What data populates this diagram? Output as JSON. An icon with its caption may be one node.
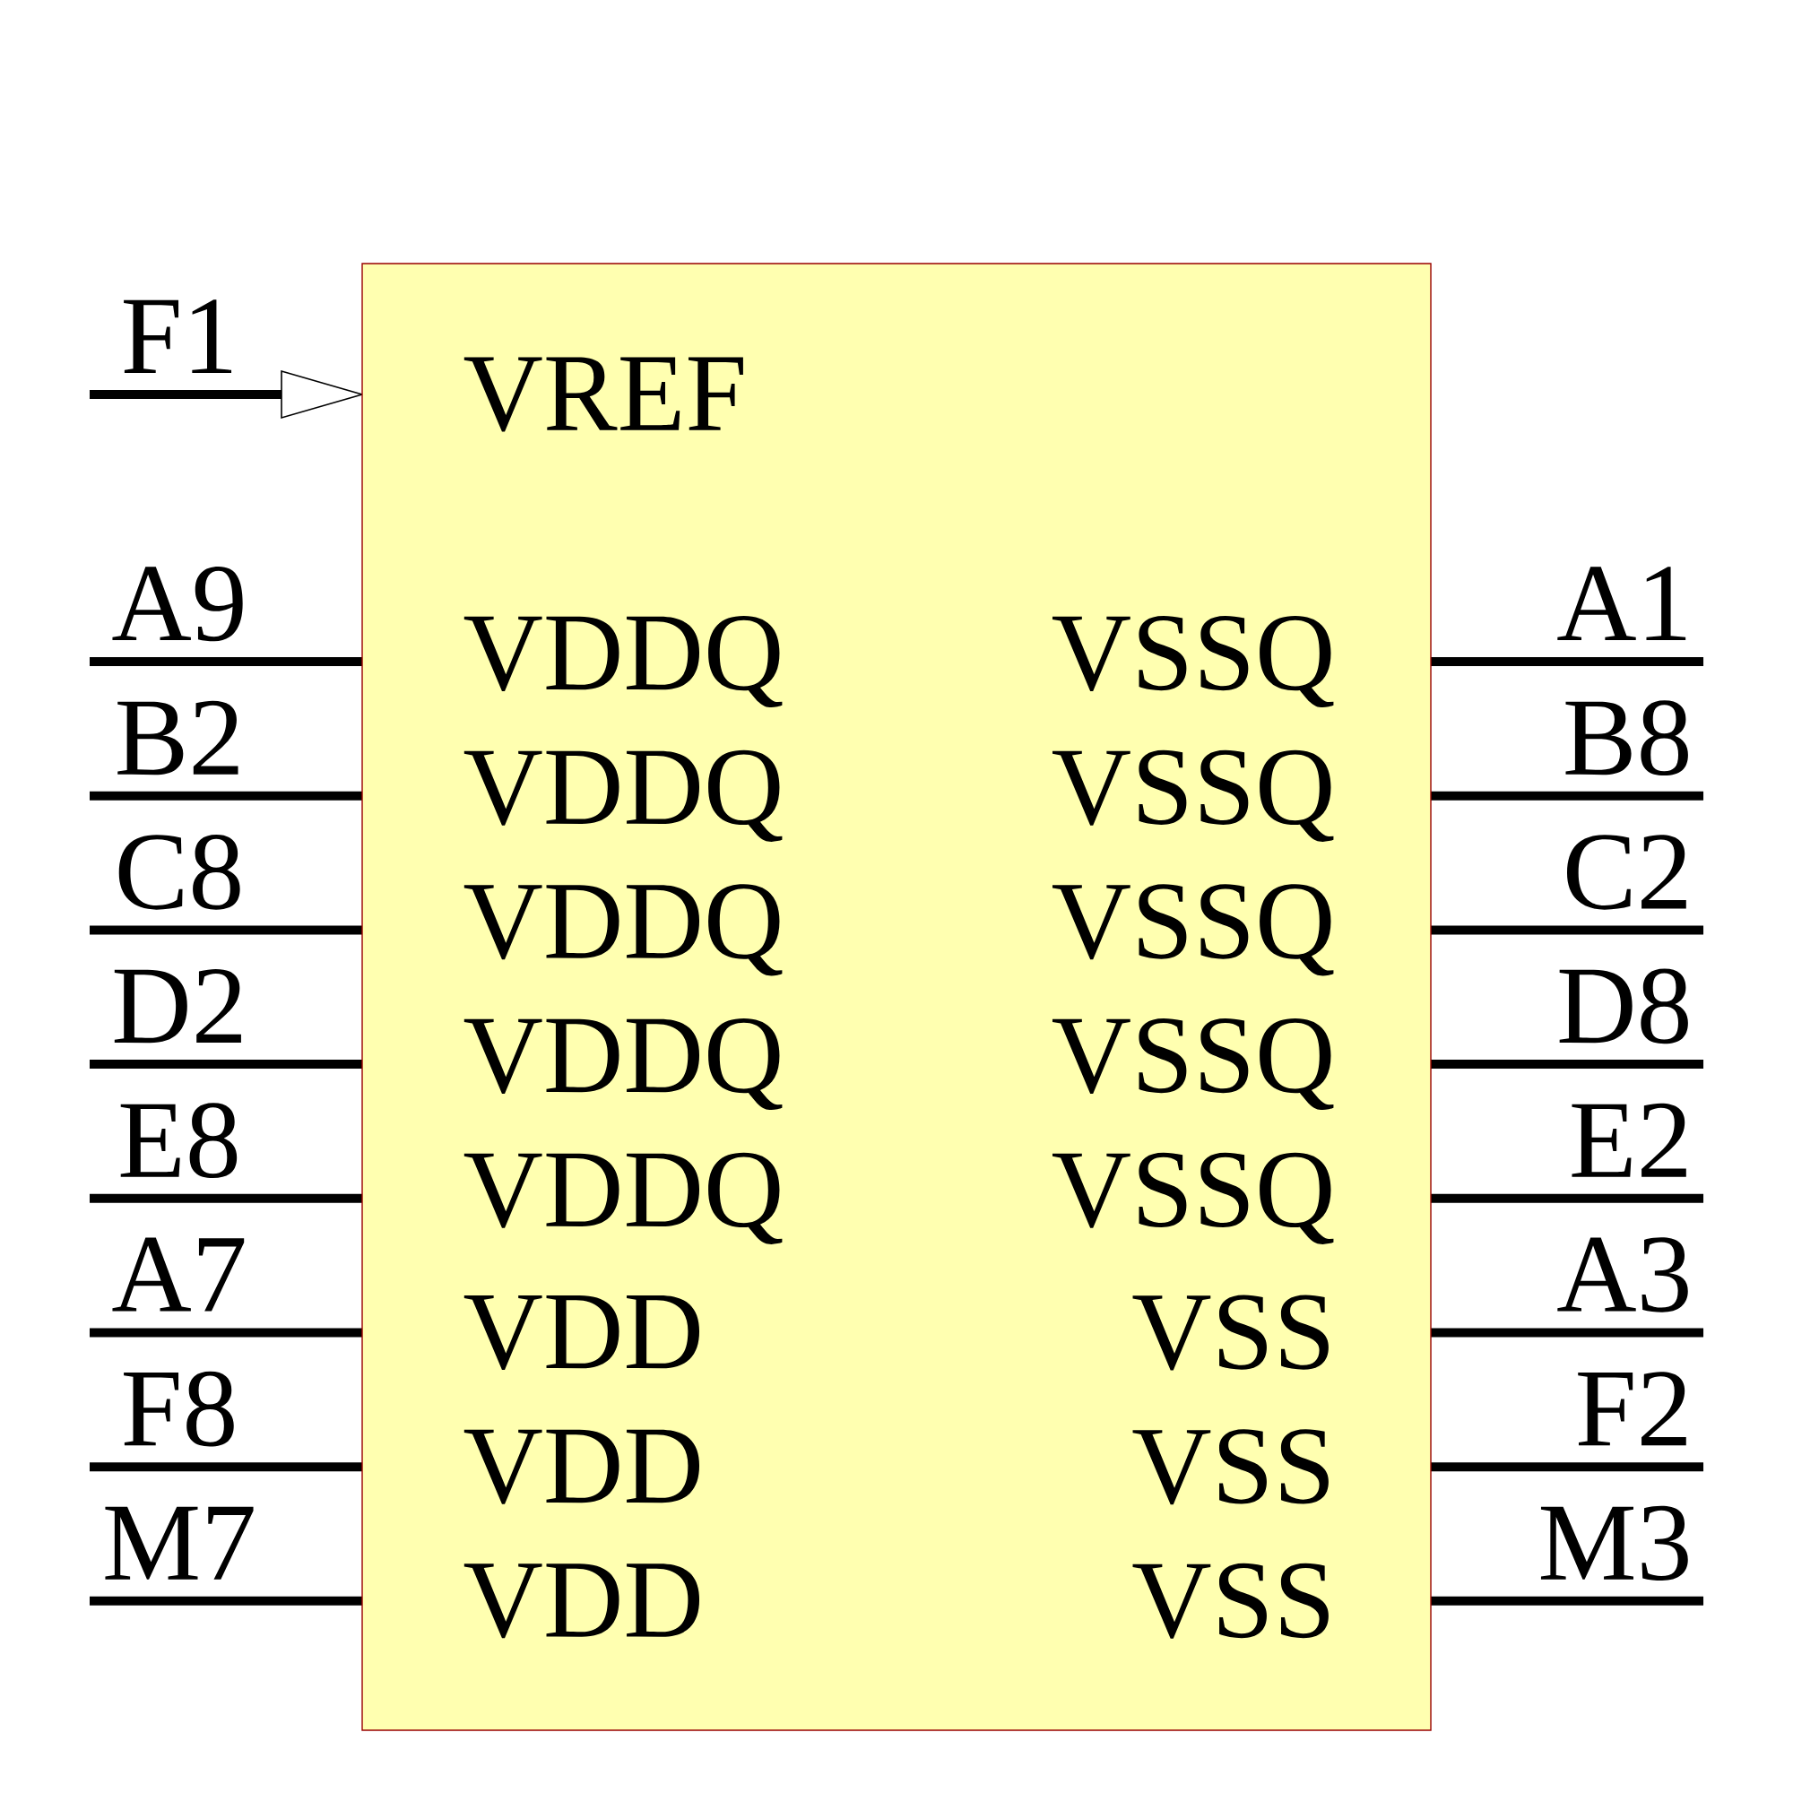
{
  "diagram": {
    "nodes": [
      {
        "text": [
          "VREF",
          "VDDQ",
          "VSSQ",
          "VDDQ",
          "VSSQ",
          "VDDQ",
          "VSSQ",
          "VDDQ",
          "VSSQ",
          "VDDQ",
          "VSSQ",
          "VDD",
          "VSS",
          "VDD",
          "VSS",
          "VDD",
          "VSS"
        ]
      }
    ],
    "labels": [
      "F1",
      "A9",
      "A1",
      "B2",
      "B8",
      "C8",
      "C2",
      "D2",
      "D8",
      "E8",
      "E2",
      "A7",
      "A3",
      "F8",
      "F2",
      "M7",
      "M3"
    ]
  }
}
